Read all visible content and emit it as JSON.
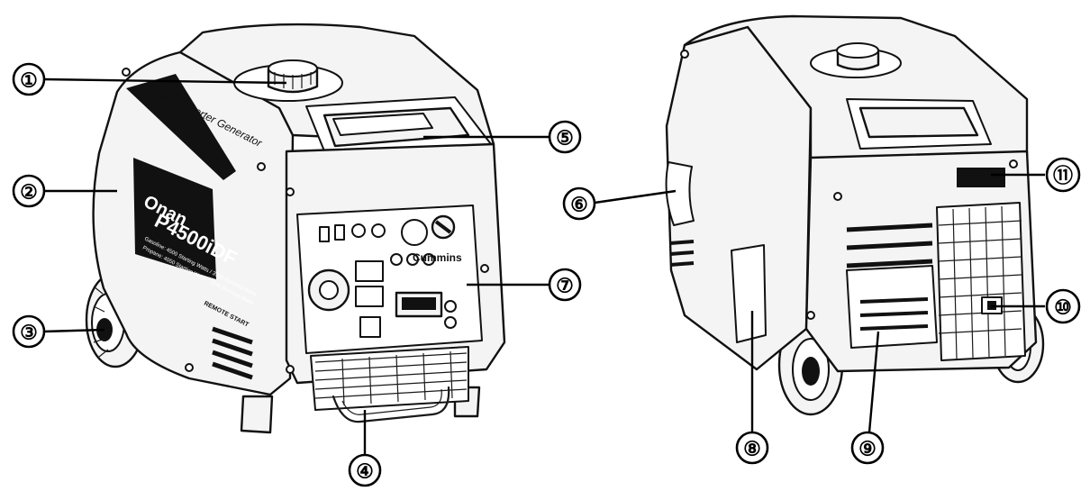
{
  "front_generator": {
    "side_label": "Digital Inverter Generator",
    "brand": "Onan",
    "model": "P4500iDF",
    "spec_line_1": "Gasoline: 4500 Starting Watts / 3700 Running Watts",
    "spec_line_2": "Propane: 4050 Starting Watts / 3340 Running Watts",
    "remote_start": "REMOTE START",
    "panel_brand": "Cummins"
  },
  "callouts": [
    {
      "number": "①"
    },
    {
      "number": "②"
    },
    {
      "number": "③"
    },
    {
      "number": "④"
    },
    {
      "number": "⑤"
    },
    {
      "number": "⑥"
    },
    {
      "number": "⑦"
    },
    {
      "number": "⑧"
    },
    {
      "number": "⑨"
    },
    {
      "number": "⑩"
    },
    {
      "number": "⑪"
    }
  ]
}
